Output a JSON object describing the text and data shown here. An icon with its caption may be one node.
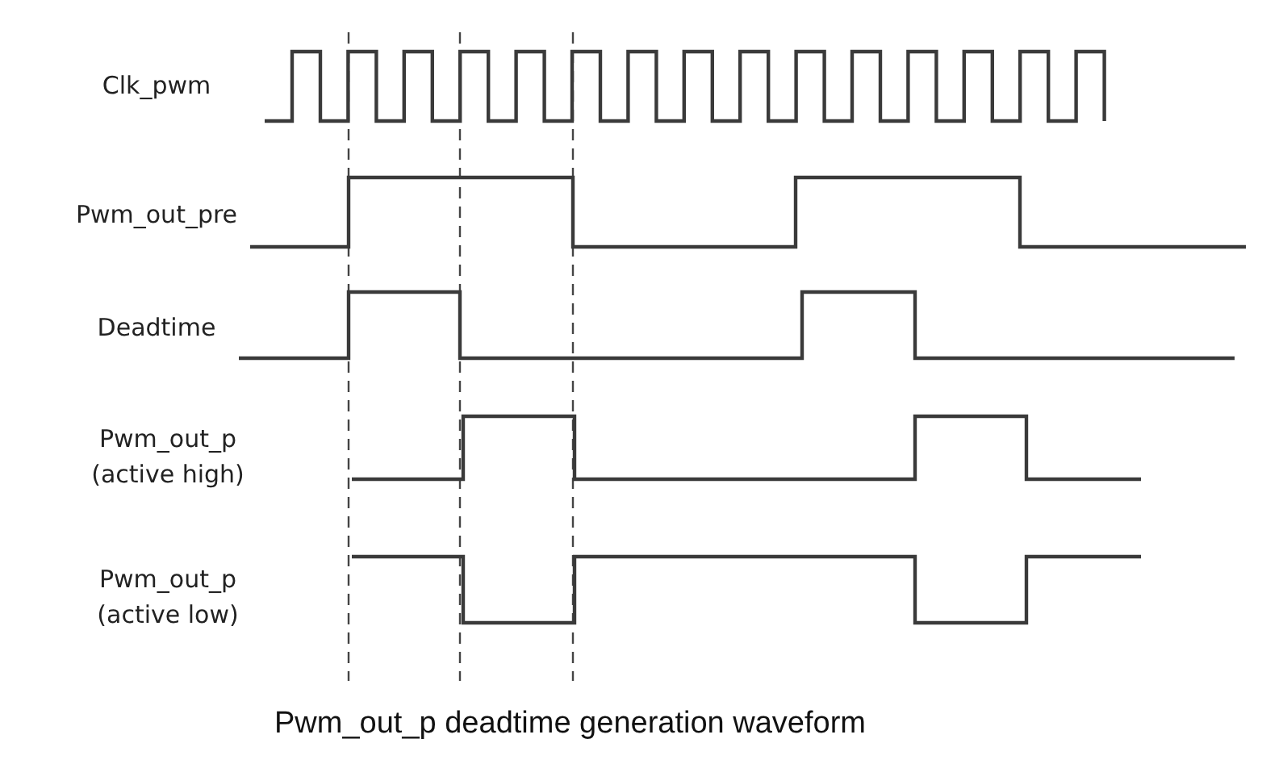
{
  "diagram": {
    "caption": "Pwm_out_p deadtime generation waveform",
    "labels": [
      "Clk_pwm",
      "Pwm_out_pre",
      "Deadtime",
      "Pwm_out_p (active high)",
      "Pwm_out_p (active low)"
    ]
  }
}
